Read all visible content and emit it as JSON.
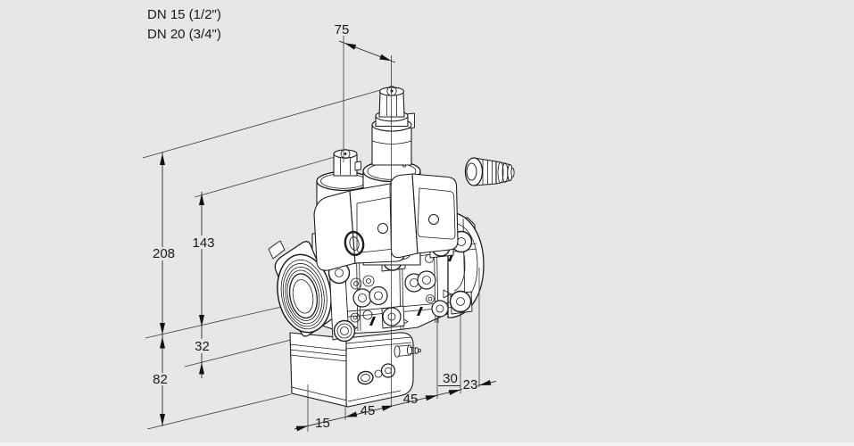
{
  "colors": {
    "background": "#e7e7e7",
    "line": "#1d1d1d",
    "fill": "#ffffff",
    "text": "#1a1a1a"
  },
  "product_labels": {
    "line1": "DN 15 (1/2\")",
    "line2": "DN 20 (3/4\")"
  },
  "dimensions_mm": {
    "top_depth": "75",
    "overall_height": "208",
    "body_height": "143",
    "flange_to_base": "32",
    "base_height": "82",
    "base_offset": "15",
    "port_spacing_left": "45",
    "port_spacing_right": "45",
    "flange_depth": "30",
    "edge_offset": "23"
  }
}
